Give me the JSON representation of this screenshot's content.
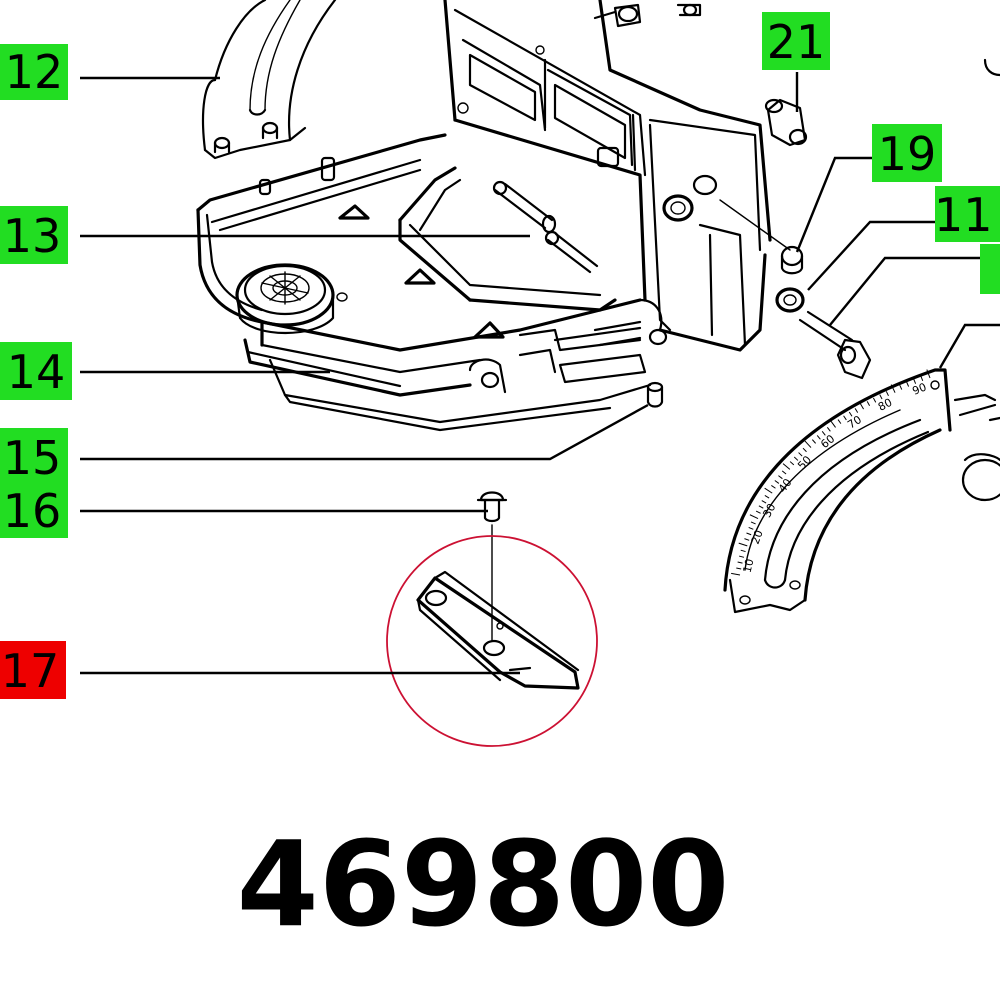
{
  "part_number": "469800",
  "colors": {
    "callout_normal": "#22dd22",
    "callout_highlight": "#ee0000",
    "highlight_circle": "#cc1133",
    "ink": "#000000"
  },
  "callouts": [
    {
      "id": "c12",
      "label": "12",
      "state": "normal"
    },
    {
      "id": "c13",
      "label": "13",
      "state": "normal"
    },
    {
      "id": "c14",
      "label": "14",
      "state": "normal"
    },
    {
      "id": "c15",
      "label": "15",
      "state": "normal"
    },
    {
      "id": "c16",
      "label": "16",
      "state": "normal"
    },
    {
      "id": "c17",
      "label": "17",
      "state": "highlight"
    },
    {
      "id": "c21",
      "label": "21",
      "state": "normal"
    },
    {
      "id": "c19",
      "label": "19",
      "state": "normal"
    },
    {
      "id": "c11",
      "label": "11",
      "state": "normal"
    }
  ],
  "miter_scale_labels": [
    "10",
    "20",
    "30",
    "40",
    "50",
    "60",
    "70",
    "80",
    "90"
  ]
}
